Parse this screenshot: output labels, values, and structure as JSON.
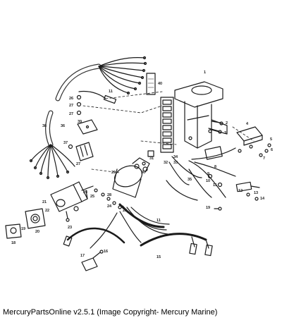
{
  "caption": "MercuryPartsOnline v2.5.1 (Image Copyright- Mercury Marine)",
  "callouts": [
    {
      "id": "c1",
      "text": "1"
    },
    {
      "id": "c2",
      "text": "2"
    },
    {
      "id": "c3",
      "text": "3"
    },
    {
      "id": "c4",
      "text": "4"
    },
    {
      "id": "c5",
      "text": "5"
    },
    {
      "id": "c6",
      "text": "6"
    },
    {
      "id": "c7",
      "text": "7"
    },
    {
      "id": "c8",
      "text": "8"
    },
    {
      "id": "c9",
      "text": "9"
    },
    {
      "id": "c10",
      "text": "10"
    },
    {
      "id": "c11a",
      "text": "11"
    },
    {
      "id": "c11b",
      "text": "11"
    },
    {
      "id": "c11c",
      "text": "11"
    },
    {
      "id": "c12",
      "text": "12"
    },
    {
      "id": "c13",
      "text": "13"
    },
    {
      "id": "c14",
      "text": "14"
    },
    {
      "id": "c15",
      "text": "15"
    },
    {
      "id": "c16",
      "text": "16"
    },
    {
      "id": "c17",
      "text": "17"
    },
    {
      "id": "c18",
      "text": "18"
    },
    {
      "id": "c19a",
      "text": "19"
    },
    {
      "id": "c19b",
      "text": "19"
    },
    {
      "id": "c20",
      "text": "20"
    },
    {
      "id": "c21",
      "text": "21"
    },
    {
      "id": "c22",
      "text": "22"
    },
    {
      "id": "c23",
      "text": "23"
    },
    {
      "id": "c24a",
      "text": "24"
    },
    {
      "id": "c24b",
      "text": "24"
    },
    {
      "id": "c25",
      "text": "25"
    },
    {
      "id": "c26",
      "text": "26"
    },
    {
      "id": "c27a",
      "text": "27"
    },
    {
      "id": "c27b",
      "text": "27"
    },
    {
      "id": "c27c",
      "text": "27"
    },
    {
      "id": "c28a",
      "text": "28"
    },
    {
      "id": "c28b",
      "text": "28"
    },
    {
      "id": "c29",
      "text": "29"
    },
    {
      "id": "c30",
      "text": "30"
    },
    {
      "id": "c31",
      "text": "31"
    },
    {
      "id": "c32",
      "text": "32"
    },
    {
      "id": "c33",
      "text": "33"
    },
    {
      "id": "c34",
      "text": "34"
    },
    {
      "id": "c35",
      "text": "35"
    },
    {
      "id": "c36",
      "text": "36"
    },
    {
      "id": "c37",
      "text": "37"
    },
    {
      "id": "c38",
      "text": "38"
    },
    {
      "id": "c39",
      "text": "39"
    },
    {
      "id": "c40",
      "text": "40"
    }
  ]
}
